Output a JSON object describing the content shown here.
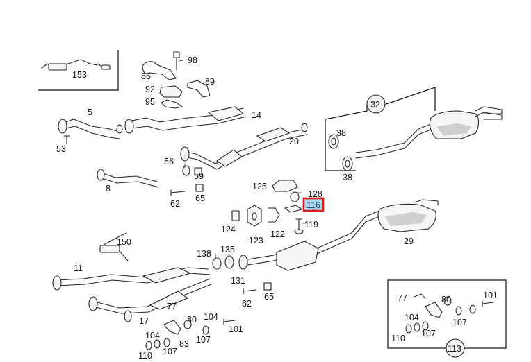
{
  "highlight_color": "#e0191b",
  "highlight_fill": "#a8d8f0",
  "highlighted_part": "116",
  "callouts": {
    "c153": "153",
    "c98": "98",
    "c86": "86",
    "c89": "89",
    "c92": "92",
    "c95": "95",
    "c5": "5",
    "c14": "14",
    "c53": "53",
    "c20": "20",
    "c32": "32",
    "c38a": "38",
    "c38b": "38",
    "c56": "56",
    "c59": "59",
    "c8": "8",
    "c62a": "62",
    "c65a": "65",
    "c125": "125",
    "c128": "128",
    "c116": "116",
    "c124": "124",
    "c123": "123",
    "c122": "122",
    "c119": "119",
    "c29": "29",
    "c150": "150",
    "c11": "11",
    "c138": "138",
    "c135": "135",
    "c131": "131",
    "c62b": "62",
    "c65b": "65",
    "c77a": "77",
    "c17": "17",
    "c80a": "80",
    "c104a": "104",
    "c101a": "101",
    "c83": "83",
    "c107a": "107",
    "c110a": "110",
    "c77b": "77",
    "c80b": "80",
    "c101b": "101",
    "c104b": "104",
    "c107b": "107",
    "c104c": "104",
    "c110b": "110",
    "c107c": "107",
    "c113": "113"
  }
}
